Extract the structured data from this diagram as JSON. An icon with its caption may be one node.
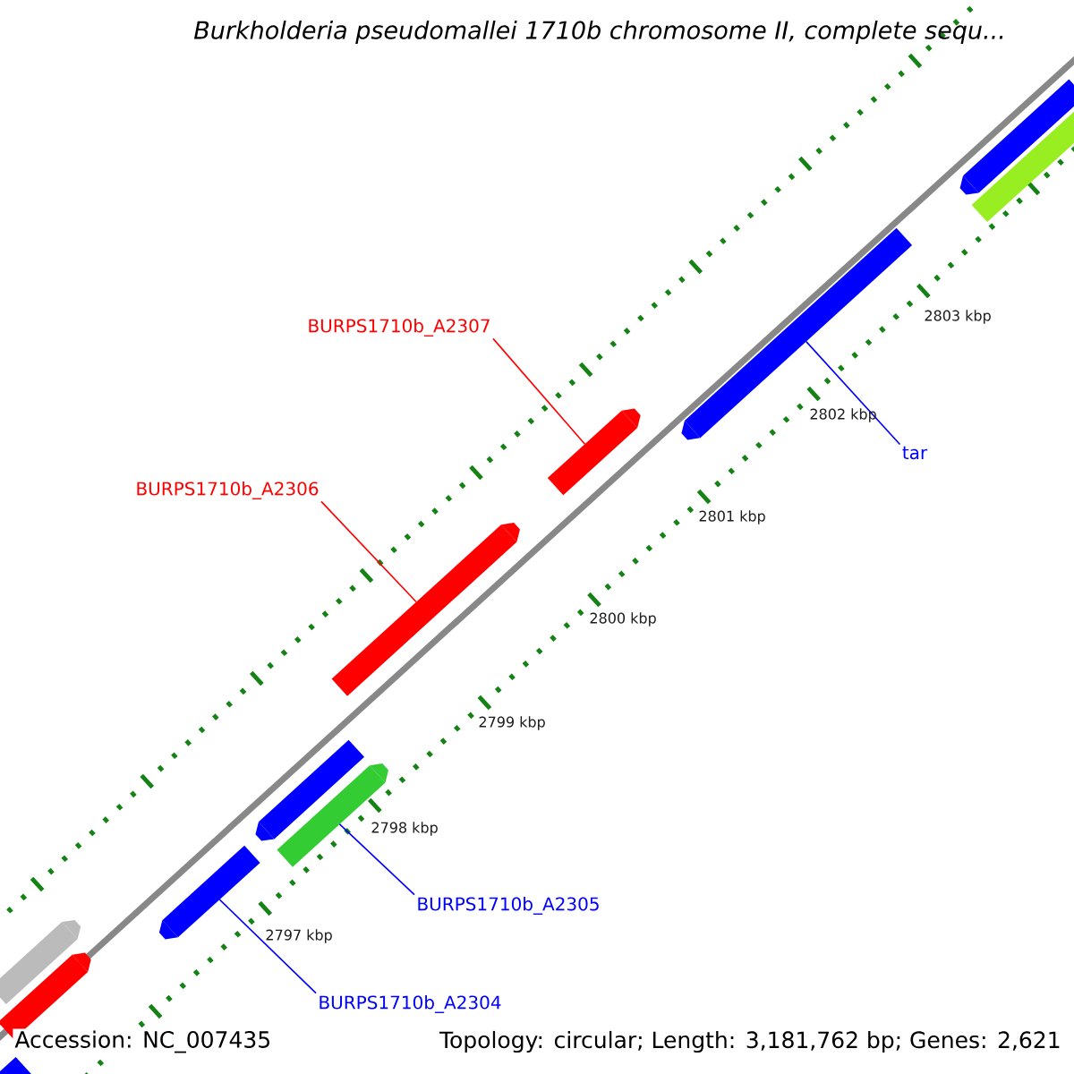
{
  "diagram": {
    "title": "Burkholderia pseudomallei 1710b chromosome II, complete sequ...",
    "nodes": [
      {
        "text": [
          "BURPS1710b_A2307"
        ]
      },
      {
        "text": [],
        "shape": "bar"
      },
      {
        "text": [
          "BURPS1710b_A2306"
        ]
      },
      {
        "text": [],
        "shape": "bar"
      },
      {
        "text": [
          "tar"
        ]
      },
      {
        "text": [],
        "shape": "bar"
      },
      {
        "text": [
          "BURPS1710b_A2305"
        ]
      },
      {
        "text": [],
        "shape": "bar"
      },
      {
        "text": [
          "BURPS1710b_A2304"
        ]
      },
      {
        "text": [],
        "shape": "bar"
      },
      {
        "text": [],
        "shape": "bar"
      },
      {
        "text": [],
        "shape": "bar"
      },
      {
        "text": [],
        "shape": "bar"
      },
      {
        "text": [],
        "shape": "bar"
      },
      {
        "text": [],
        "shape": "bar"
      },
      {
        "text": [],
        "shape": "bar"
      }
    ],
    "edges": [
      {
        "from": 0,
        "to": 1,
        "arrow": "none",
        "color": "#ff0000"
      },
      {
        "from": 2,
        "to": 3,
        "arrow": "none",
        "color": "#ff0000"
      },
      {
        "from": 4,
        "to": 5,
        "arrow": "none"
      },
      {
        "from": 6,
        "to": 7,
        "arrow": "none"
      },
      {
        "from": 8,
        "to": 9,
        "arrow": "none"
      }
    ],
    "labels": [
      "2803 kbp",
      "2802 kbp",
      "2801 kbp",
      "2800 kbp",
      "2799 kbp",
      "2798 kbp",
      "2797 kbp",
      "Accession: NC_007435",
      "Topology: circular; Length: 3,181,762 bp; Genes: 2,621"
    ]
  }
}
